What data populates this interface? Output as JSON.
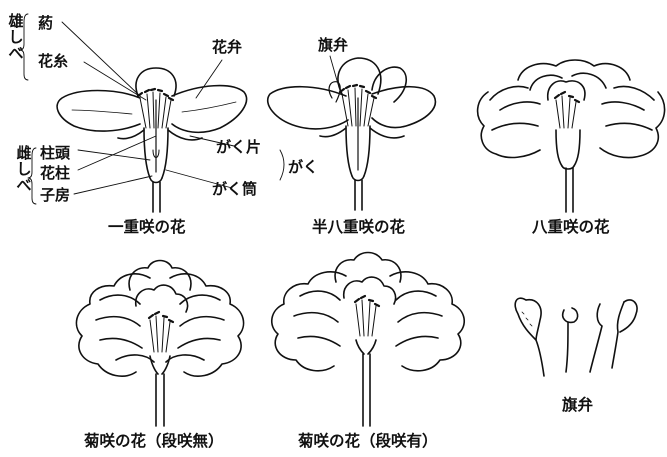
{
  "single": {
    "stamen_group": "雄しべ",
    "anther": "葯",
    "filament": "花糸",
    "petal": "花弁",
    "pistil_group": "雌しべ",
    "stigma": "柱頭",
    "style": "花柱",
    "ovary": "子房",
    "sepal": "がく片",
    "calyx_tube": "がく筒",
    "calyx": "がく",
    "caption": "一重咲の花"
  },
  "semi_double": {
    "flag_petal": "旗弁",
    "caption": "半八重咲の花"
  },
  "double": {
    "caption": "八重咲の花"
  },
  "chrysanthemum_no_tier": {
    "caption": "菊咲の花（段咲無）"
  },
  "chrysanthemum_tier": {
    "caption": "菊咲の花（段咲有）"
  },
  "flag_petals": {
    "caption": "旗弁"
  },
  "colors": {
    "ink": "#111111",
    "background": "#ffffff"
  }
}
